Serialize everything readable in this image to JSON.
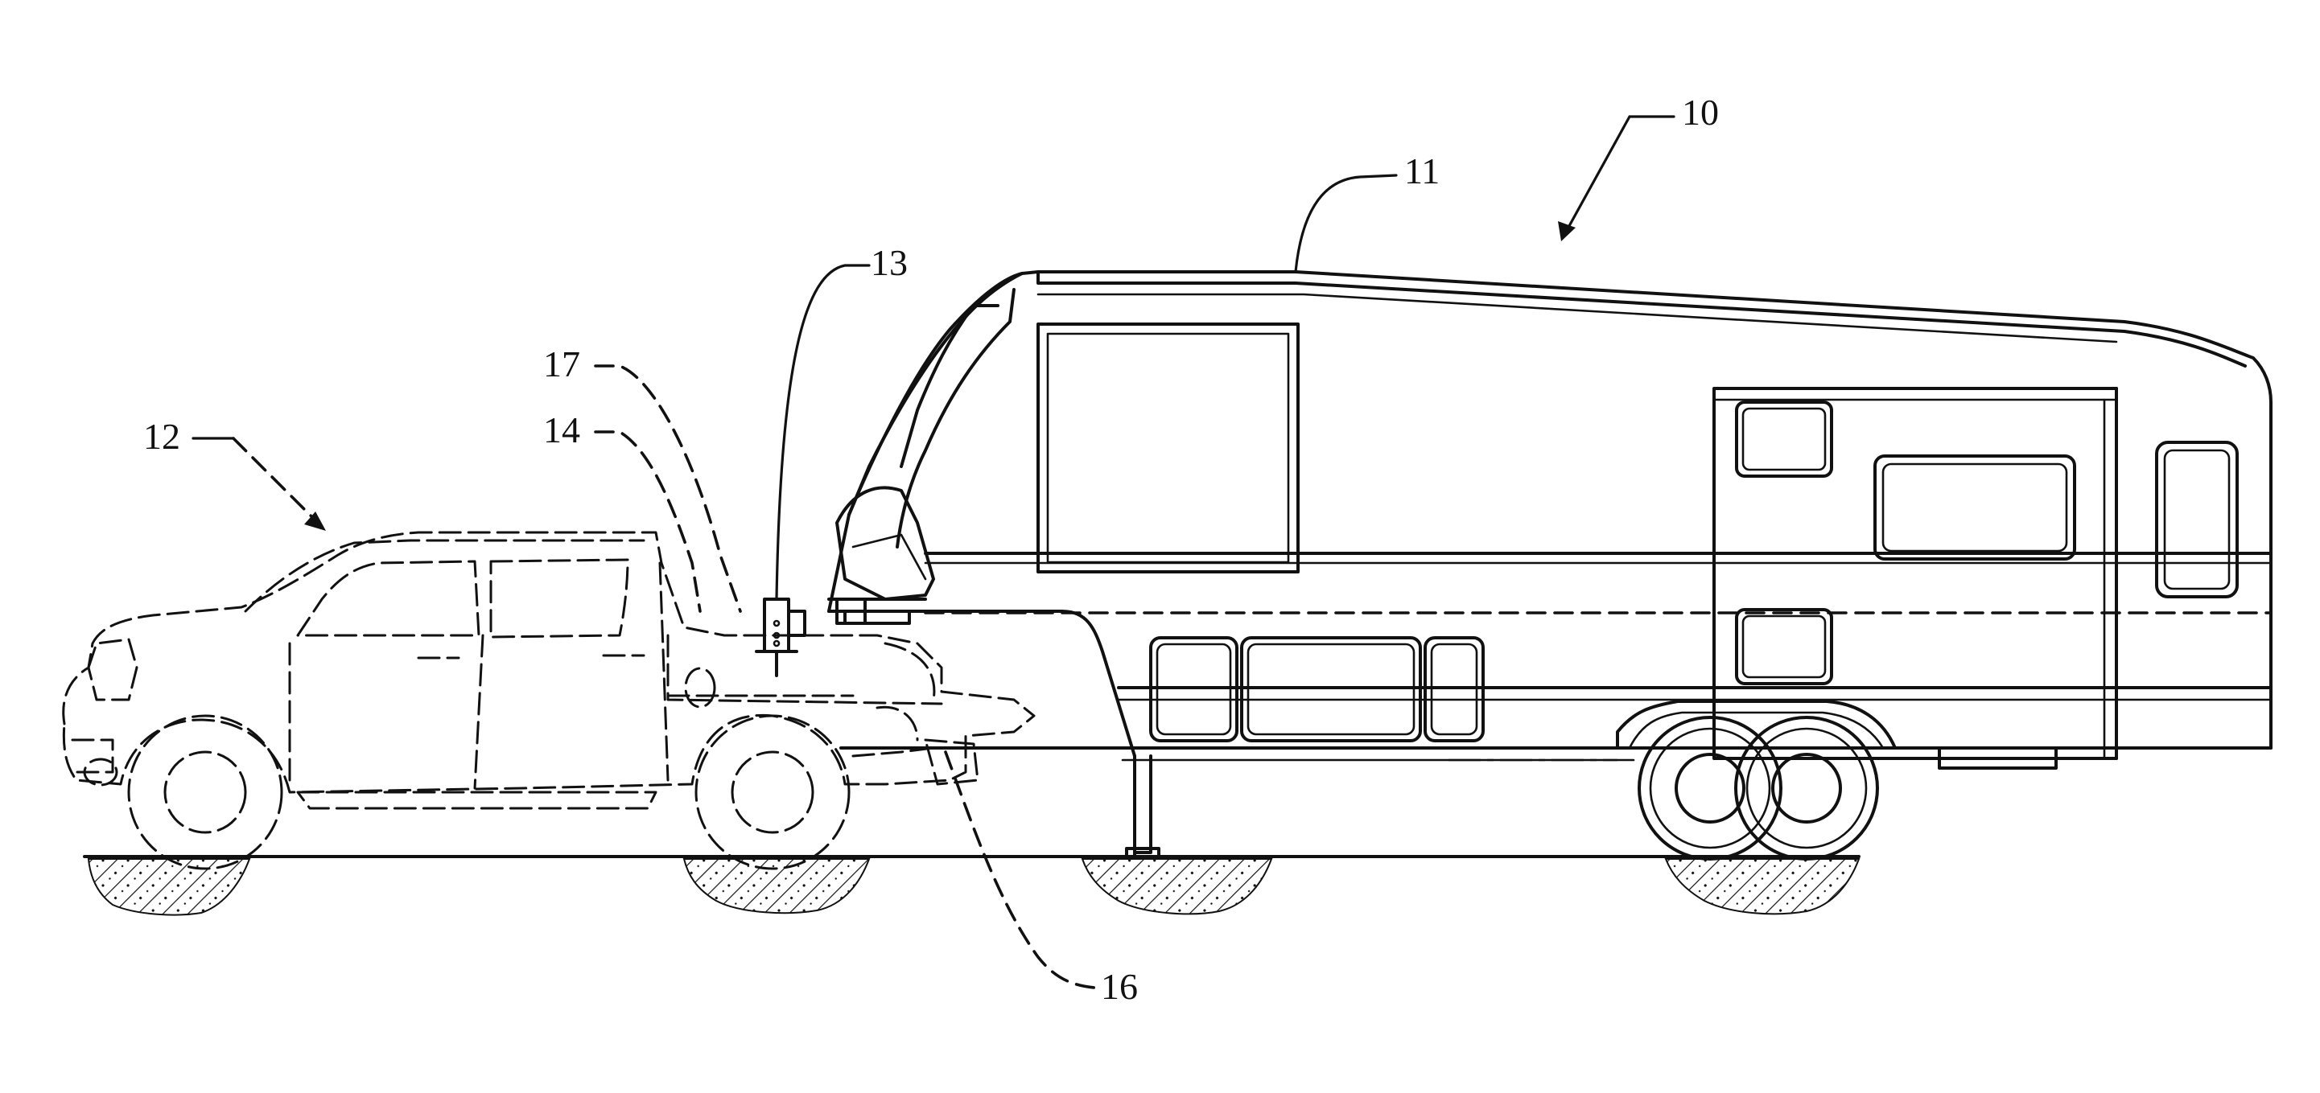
{
  "figure": {
    "reference_numerals": {
      "trailer": "10",
      "trailer_roof": "11",
      "tow_vehicle": "12",
      "hitch_jack": "13",
      "coupler_hitch": "14",
      "landing_gear": "16",
      "pickup_bed_guide": "17"
    }
  }
}
